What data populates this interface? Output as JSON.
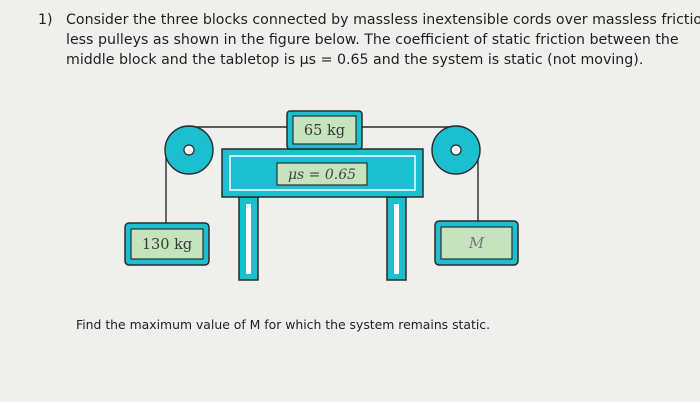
{
  "question": {
    "number": "1)",
    "lines": [
      "Consider the three blocks connected by massless inextensible cords over massless friction-",
      "less pulleys as shown in the figure below. The coefficient of static friction between the",
      "middle block and the tabletop is μs = 0.65 and the system is static (not moving)."
    ]
  },
  "figure": {
    "top_block_label": "65 kg",
    "friction_label": "μs = 0.65",
    "left_block_label": "130 kg",
    "right_block_label": "M",
    "colors": {
      "cyan": "#1bbfd0",
      "block_green": "#c5e3bd",
      "block_border": "#2f2f2f",
      "white": "#ffffff"
    }
  },
  "footer_text": "Find the maximum value of M for which the system remains static."
}
